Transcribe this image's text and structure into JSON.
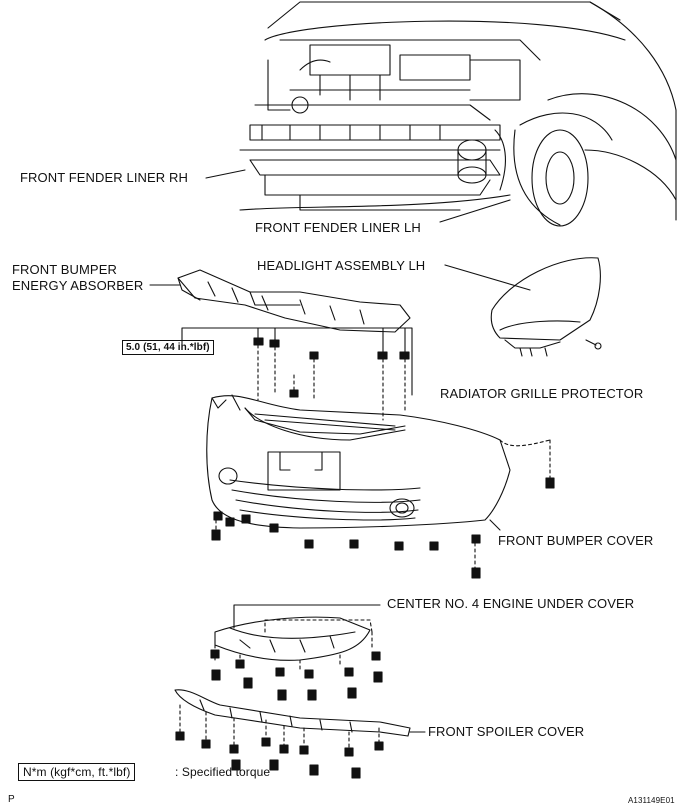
{
  "labels": {
    "fender_rh": "FRONT FENDER LINER RH",
    "fender_lh": "FRONT FENDER LINER LH",
    "absorber_line1": "FRONT BUMPER",
    "absorber_line2": "ENERGY ABSORBER",
    "headlight": "HEADLIGHT ASSEMBLY LH",
    "radiator": "RADIATOR GRILLE PROTECTOR",
    "bumper_cover": "FRONT BUMPER COVER",
    "under_cover": "CENTER NO. 4 ENGINE UNDER COVER",
    "spoiler": "FRONT SPOILER COVER"
  },
  "torque_spec": "5.0 (51, 44 in.*lbf)",
  "legend": {
    "unit": "N*m (kgf*cm, ft.*lbf)",
    "text": ": Specified torque"
  },
  "page_letter": "P",
  "figure_code": "A131149E01"
}
